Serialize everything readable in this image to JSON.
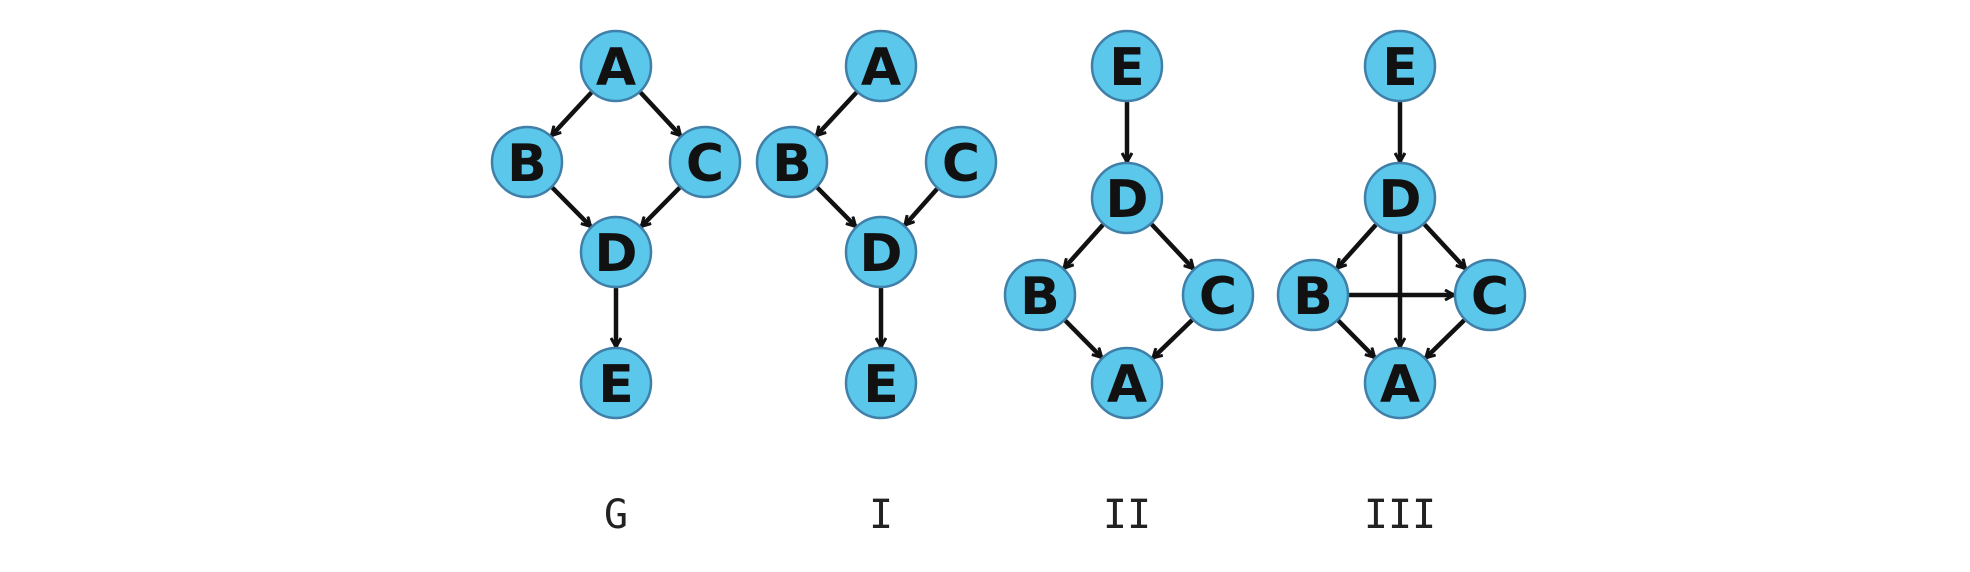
{
  "graphs": [
    {
      "id": "G",
      "label": "G",
      "nodes": [
        "A",
        "B",
        "C",
        "D",
        "E"
      ],
      "edges": [
        [
          "A",
          "B"
        ],
        [
          "A",
          "C"
        ],
        [
          "B",
          "D"
        ],
        [
          "C",
          "D"
        ],
        [
          "D",
          "E"
        ]
      ]
    },
    {
      "id": "I",
      "label": "I",
      "nodes": [
        "A",
        "B",
        "C",
        "D",
        "E"
      ],
      "edges": [
        [
          "A",
          "B"
        ],
        [
          "B",
          "D"
        ],
        [
          "C",
          "D"
        ],
        [
          "D",
          "E"
        ]
      ]
    },
    {
      "id": "II",
      "label": "II",
      "nodes": [
        "E",
        "D",
        "B",
        "C",
        "A"
      ],
      "edges": [
        [
          "E",
          "D"
        ],
        [
          "D",
          "B"
        ],
        [
          "D",
          "C"
        ],
        [
          "B",
          "A"
        ],
        [
          "C",
          "A"
        ]
      ]
    },
    {
      "id": "III",
      "label": "III",
      "nodes": [
        "E",
        "D",
        "B",
        "C",
        "A"
      ],
      "edges": [
        [
          "E",
          "D"
        ],
        [
          "D",
          "B"
        ],
        [
          "D",
          "C"
        ],
        [
          "D",
          "A"
        ],
        [
          "B",
          "C"
        ],
        [
          "B",
          "A"
        ],
        [
          "C",
          "A"
        ]
      ]
    }
  ],
  "colors": {
    "node_fill": "#5bc7ea",
    "node_stroke": "#3f7fa8",
    "edge": "#111111",
    "text": "#111111"
  }
}
